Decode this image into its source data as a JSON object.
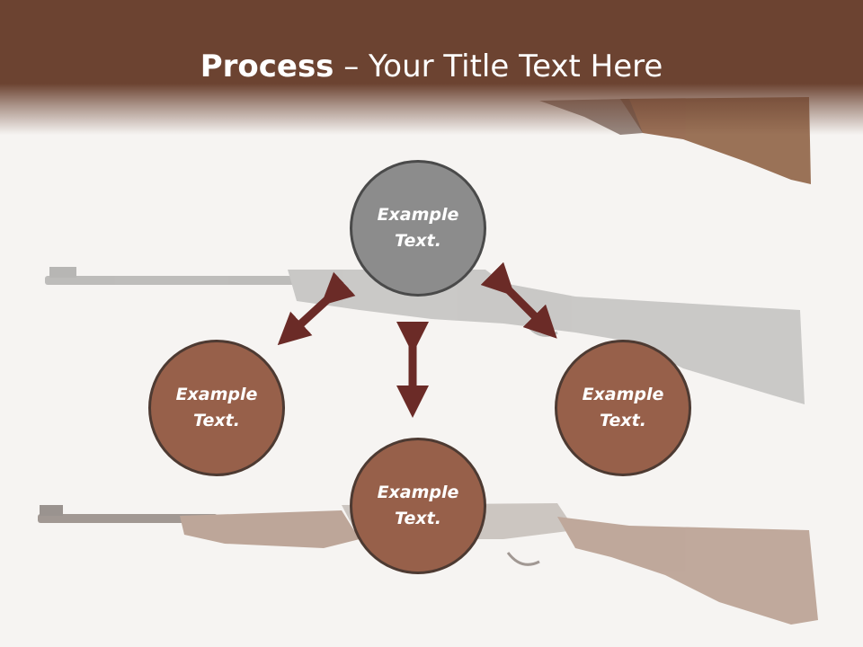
{
  "slide": {
    "title_bold": "Process",
    "title_rest": " – Your Title Text Here"
  },
  "diagram": {
    "nodes": [
      {
        "id": "top",
        "line1": "Example",
        "line2": "Text."
      },
      {
        "id": "left",
        "line1": "Example",
        "line2": "Text."
      },
      {
        "id": "right",
        "line1": "Example",
        "line2": "Text."
      },
      {
        "id": "bottom",
        "line1": "Example",
        "line2": "Text."
      }
    ]
  },
  "colors": {
    "header": "#6c4331",
    "node_fill": "#97604a",
    "node_top_fill": "#8c8c8c",
    "arrow": "#6b2b27"
  },
  "background_images": [
    "rifle-gray-faded",
    "rifle-wood-faded",
    "rifle-stock-top-right"
  ]
}
